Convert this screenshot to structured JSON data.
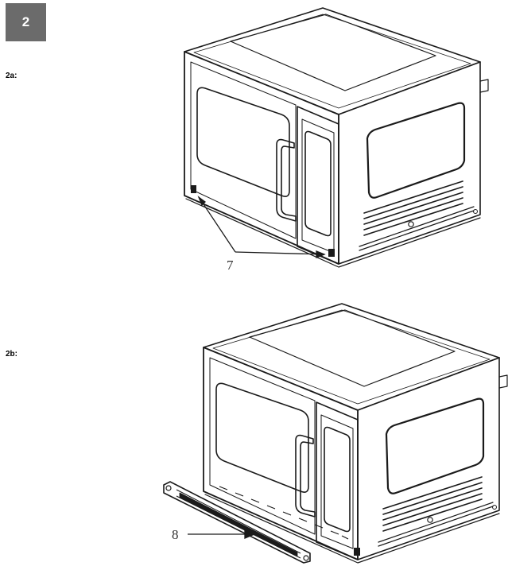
{
  "step": {
    "number": "2"
  },
  "figures": [
    {
      "label": "2a:",
      "callout": "7",
      "callout_target": "front-feet"
    },
    {
      "label": "2b:",
      "callout": "8",
      "callout_target": "mounting-bracket"
    }
  ]
}
